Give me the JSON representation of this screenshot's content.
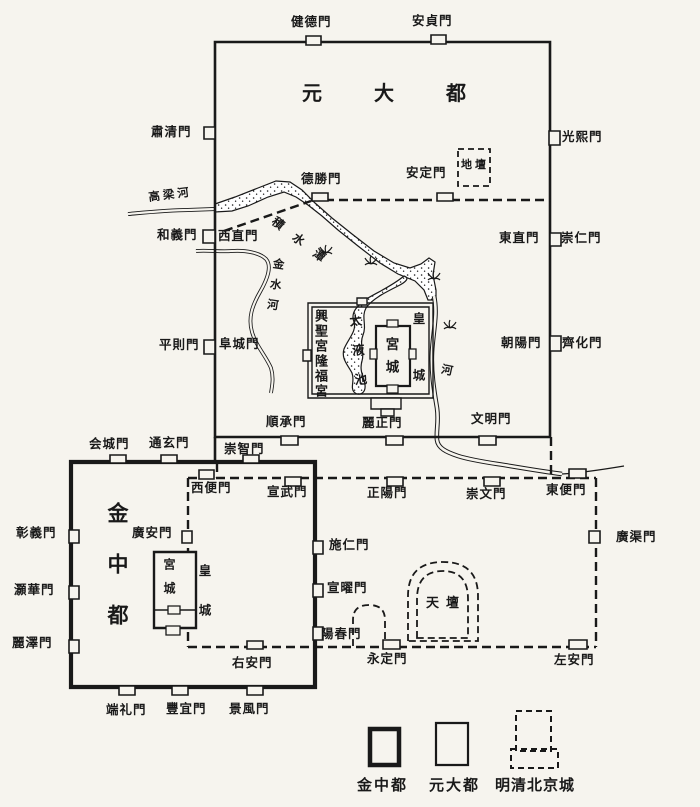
{
  "colors": {
    "paper": "#f6f4ee",
    "ink": "#191919"
  },
  "areas": {
    "yuan_dadu": "元大都",
    "jin_zhongdu": "金中都",
    "yuan_imperial_city": "皇城",
    "yuan_palace_city": "宮城",
    "jin_imperial_city": "皇城",
    "jin_palace_city": "宮城",
    "xingsheng_longfu_palaces": "興聖宮隆福宮",
    "taiye_pool": "太液池",
    "temple_of_heaven": "天壇",
    "temple_of_earth": "地壇"
  },
  "gates": {
    "jiande": "健德門",
    "anzhen": "安貞門",
    "suqing": "肅清門",
    "heyi": "和義門",
    "xizhi": "西直門",
    "pingze": "平則門",
    "fucheng": "阜城門",
    "guangxi": "光熙門",
    "dongzhi": "東直門",
    "chongren": "崇仁門",
    "chaoyang": "朝陽門",
    "qihua": "齊化門",
    "shuncheng": "順承門",
    "lizheng": "麗正門",
    "wenming": "文明門",
    "desheng": "德勝門",
    "anding": "安定門",
    "huicheng": "会城門",
    "tongxuan": "通玄門",
    "chongzhi": "崇智門",
    "xibian": "西便門",
    "xuanwu": "宣武門",
    "zhengyang": "正陽門",
    "chongwen": "崇文門",
    "dongbian": "東便門",
    "guangqu": "廣渠門",
    "guangan": "廣安門",
    "youan": "右安門",
    "yongding": "永定門",
    "zuoan": "左安門",
    "zhangyi": "彰義門",
    "haohua": "灝華門",
    "lize": "麗澤門",
    "duanli": "端礼門",
    "fengyi": "豐宜門",
    "jingfeng": "景風門",
    "shiren": "施仁門",
    "xuanyao": "宣曜門",
    "yangchun": "陽春門"
  },
  "rivers": {
    "gaoliang": "高梁河",
    "jishuitan": "積水潭",
    "jinshui": "金水河",
    "he": "河"
  },
  "legend": {
    "jin": "金中都",
    "yuan": "元大都",
    "mingqing": "明清北京城"
  }
}
